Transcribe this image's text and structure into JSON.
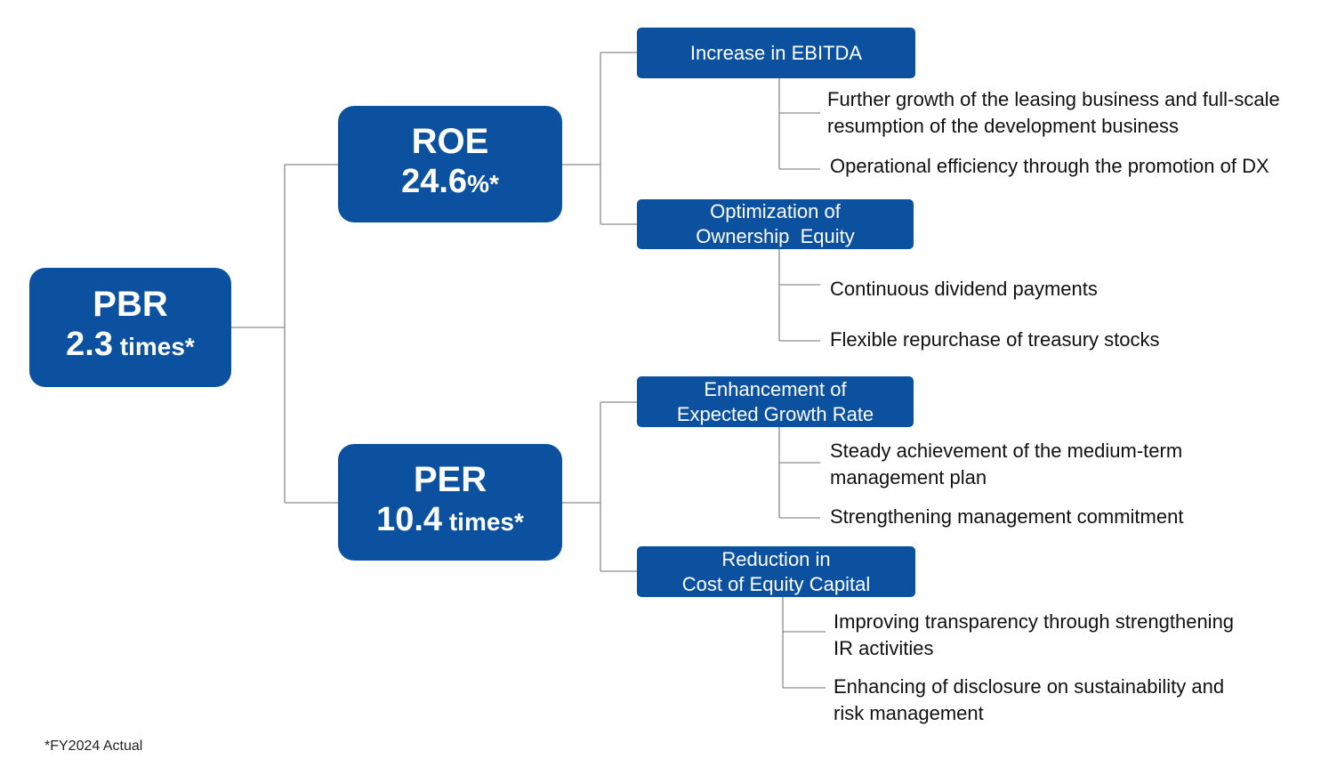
{
  "pbr": {
    "title": "PBR",
    "value": "2.3",
    "unit": " times*"
  },
  "roe": {
    "title": "ROE",
    "value": "24.6",
    "unit": "%*"
  },
  "per": {
    "title": "PER",
    "value": "10.4",
    "unit": " times*"
  },
  "drivers": {
    "ebitda": {
      "lines": [
        "Increase in EBITDA"
      ],
      "items": [
        [
          "Further growth of the leasing business and full-scale",
          "resumption of the development business"
        ],
        [
          "Operational efficiency through the promotion of DX"
        ]
      ]
    },
    "equity": {
      "lines": [
        "Optimization of",
        "Ownership  Equity"
      ],
      "items": [
        [
          "Continuous dividend payments"
        ],
        [
          "Flexible repurchase of treasury stocks"
        ]
      ]
    },
    "growth": {
      "lines": [
        "Enhancement of",
        "Expected Growth Rate"
      ],
      "items": [
        [
          "Steady achievement of the medium-term",
          "management plan"
        ],
        [
          "Strengthening management commitment"
        ]
      ]
    },
    "cost": {
      "lines": [
        "Reduction in",
        "Cost of Equity Capital"
      ],
      "items": [
        [
          "Improving transparency through strengthening",
          "IR activities"
        ],
        [
          "Enhancing of disclosure on sustainability and",
          "risk management"
        ]
      ]
    }
  },
  "footnote": "*FY2024 Actual",
  "colors": {
    "box": "#0b51a0",
    "line": "#8c8c8c",
    "text": "#111111"
  }
}
